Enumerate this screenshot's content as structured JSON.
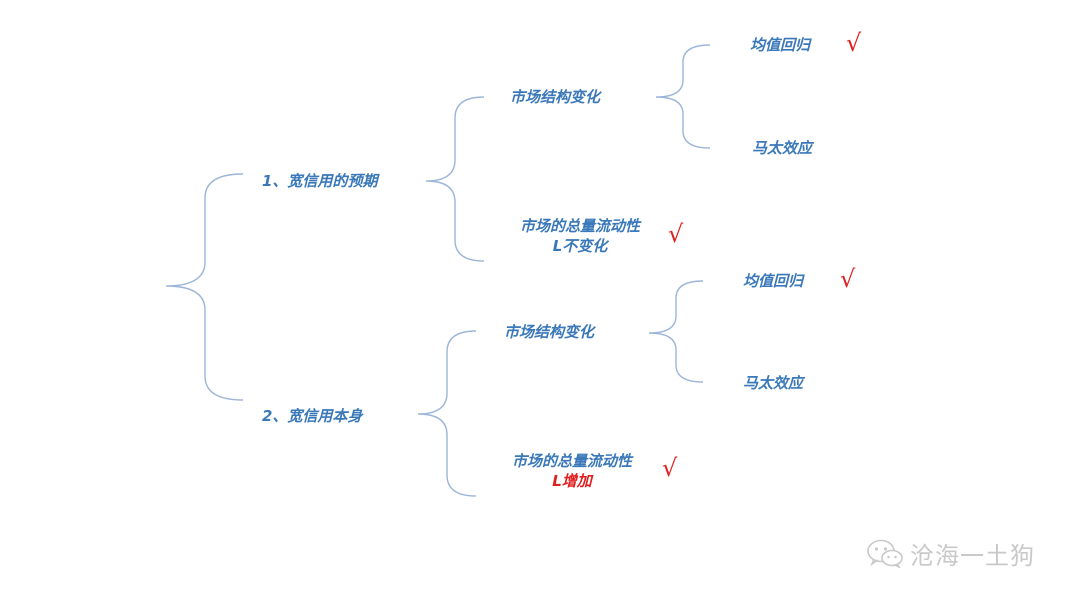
{
  "tree": {
    "branch1": {
      "label": "1、宽信用的预期",
      "structure": {
        "label": "市场结构变化",
        "leaf_mean": "均值回归",
        "leaf_matthew": "马太效应"
      },
      "liquidity": {
        "line1": "市场的总量流动性",
        "line2": "L不变化"
      }
    },
    "branch2": {
      "label": "2、宽信用本身",
      "structure": {
        "label": "市场结构变化",
        "leaf_mean": "均值回归",
        "leaf_matthew": "马太效应"
      },
      "liquidity": {
        "line1": "市场的总量流动性",
        "line2": "L增加"
      }
    },
    "check_symbol": "√",
    "colors": {
      "text": "#3a78b9",
      "brace": "#9db5d8",
      "check": "#e02020",
      "highlight": "#e02020"
    }
  },
  "watermark": {
    "text": "沧海一土狗",
    "icon": "wechat-icon"
  }
}
